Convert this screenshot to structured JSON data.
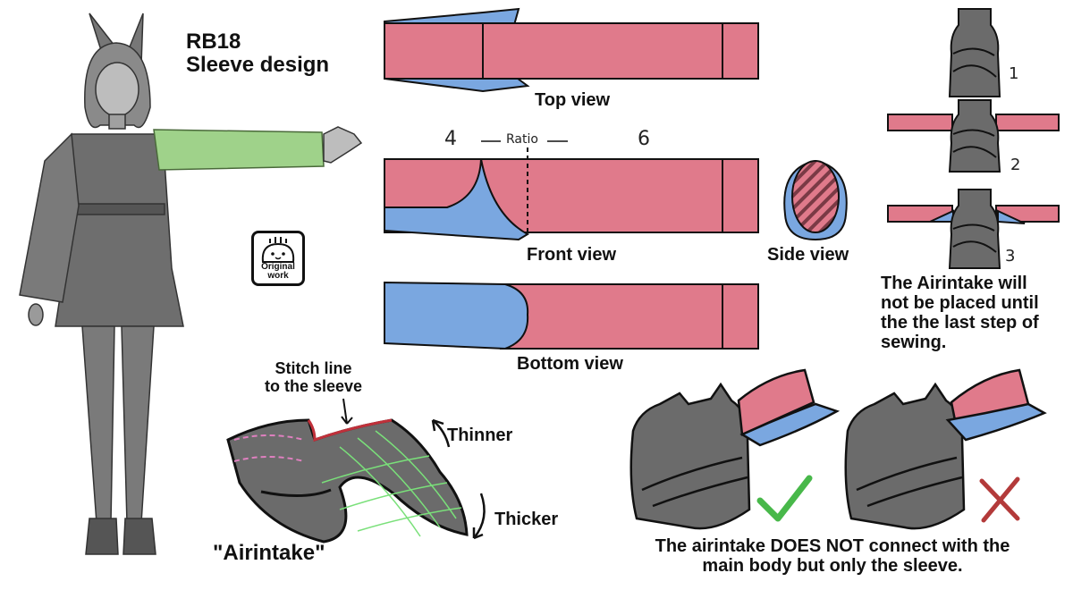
{
  "title": {
    "line1": "RB18",
    "line2": "Sleeve design"
  },
  "logo": {
    "line1": "Original",
    "line2": "work"
  },
  "views": {
    "top": "Top view",
    "front": "Front view",
    "side": "Side view",
    "bottom": "Bottom view"
  },
  "ratio": {
    "left": "4",
    "label": "Ratio",
    "right": "6"
  },
  "steps": [
    "1",
    "2",
    "3"
  ],
  "steps_note": {
    "line1": "The Airintake will",
    "line2": "not be placed until",
    "line3": "the the last step of",
    "line4": "sewing."
  },
  "airintake": {
    "stitch1": "Stitch line",
    "stitch2": "to the sleeve",
    "thinner": "Thinner",
    "thicker": "Thicker",
    "name": "\"Airintake\""
  },
  "bottom_note": {
    "line1": "The airintake DOES NOT connect with the",
    "line2": "main body but only the sleeve."
  },
  "colors": {
    "sleeve_pink": "#e07a8b",
    "intake_blue": "#7aa7e0",
    "body_gray": "#6b6b6b",
    "sleeve_green": "#9fd28a",
    "check_green": "#48b84a",
    "cross_red": "#b33a3a"
  }
}
